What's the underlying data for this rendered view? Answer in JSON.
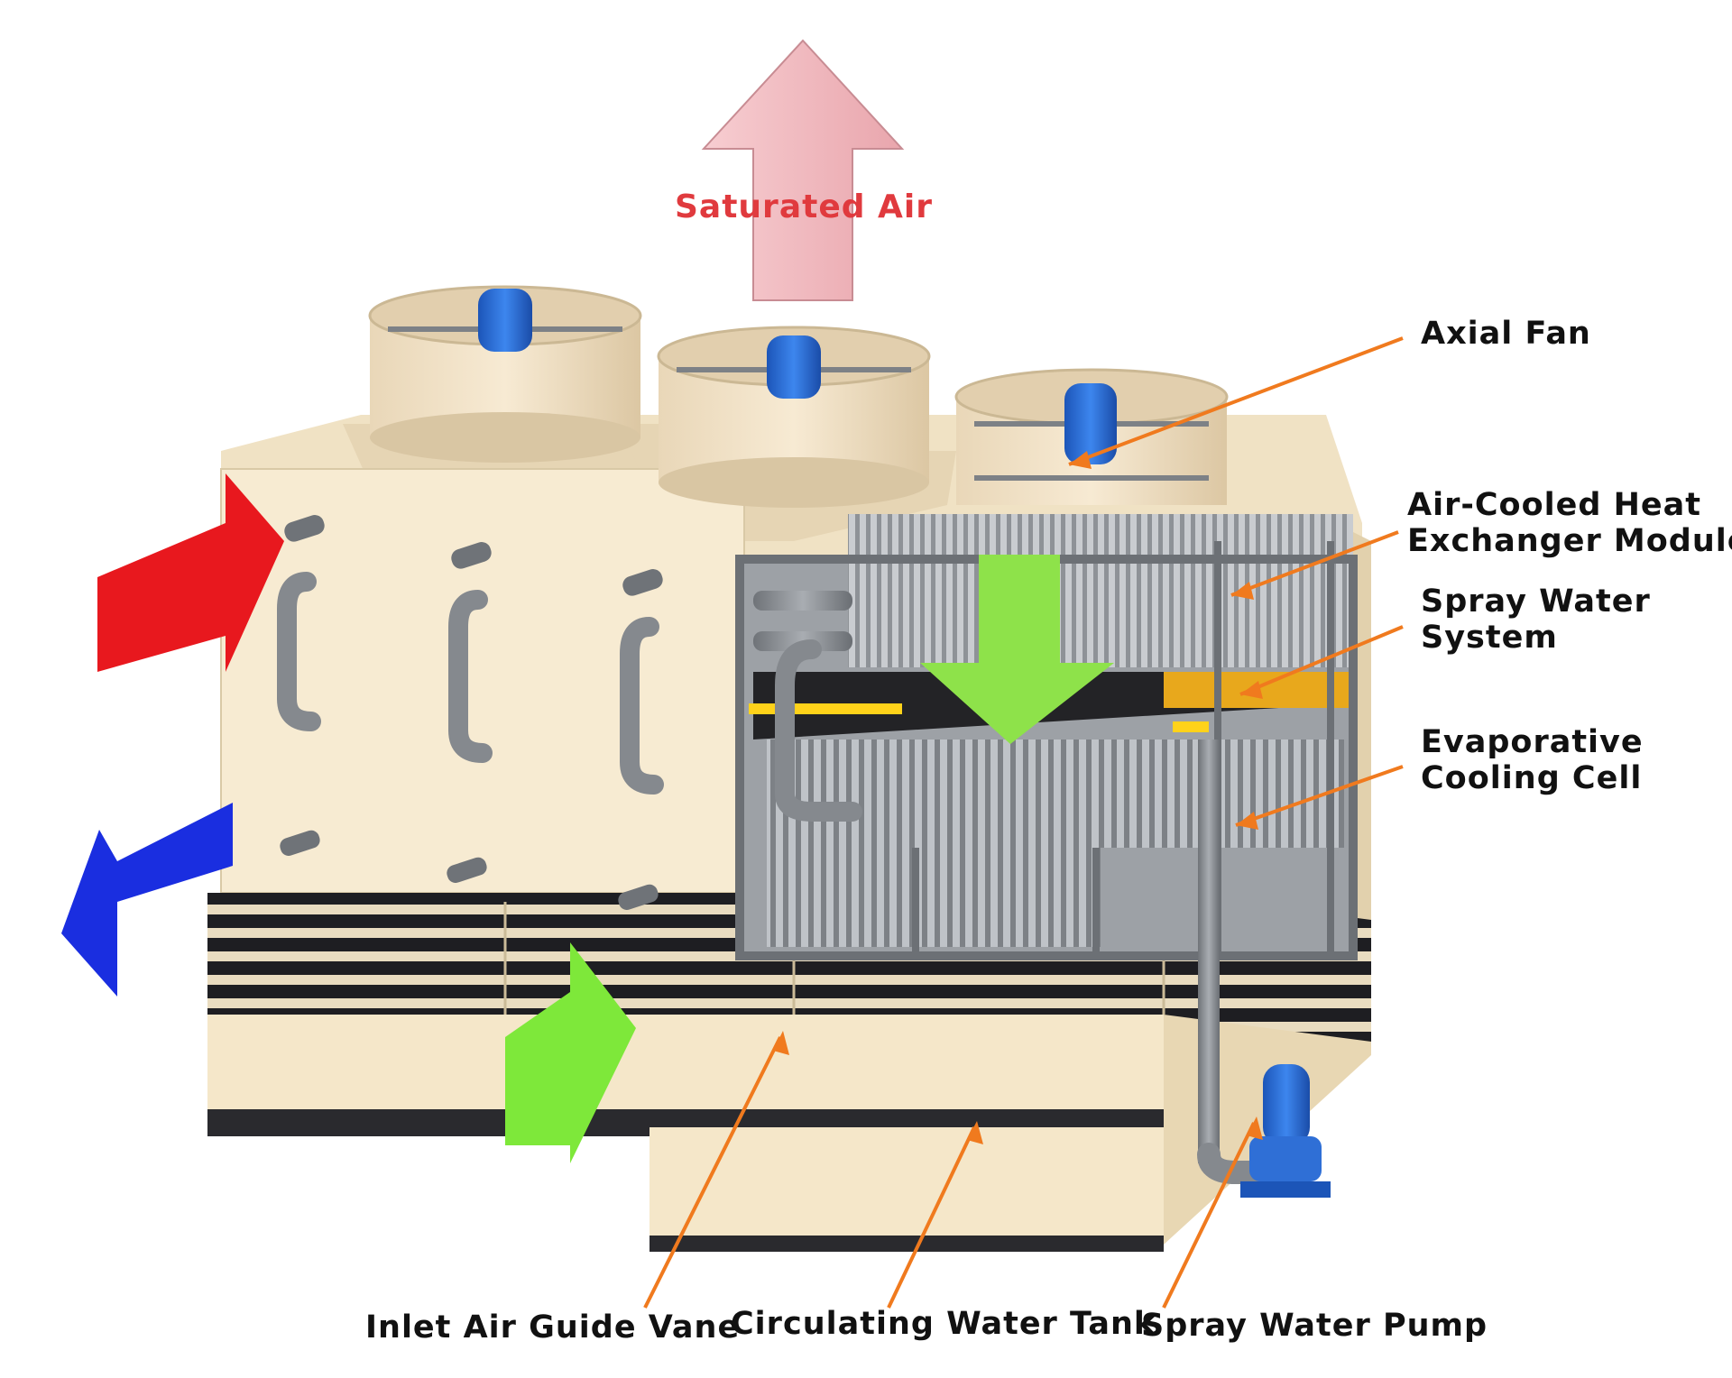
{
  "diagram": {
    "title": "Saturated Air",
    "labels": {
      "axial_fan": "Axial Fan",
      "heat_exchanger_line1": "Air-Cooled Heat",
      "heat_exchanger_line2": "Exchanger Module",
      "spray_system_line1": "Spray Water",
      "spray_system_line2": "System",
      "evap_cell_line1": "Evaporative",
      "evap_cell_line2": "Cooling Cell",
      "inlet_vane": "Inlet Air Guide Vane",
      "water_tank": "Circulating Water Tank",
      "spray_pump": "Spray Water Pump"
    },
    "colors": {
      "saturated_air_text": "#e03a3e",
      "saturated_air_arrow": "#f2b8bd",
      "hot_inlet_arrow": "#e8181e",
      "cold_outlet_arrow": "#1a2ee0",
      "air_intake_arrow": "#7ee83a",
      "leader_lines": "#f07a1e",
      "casing": "#f5e8cc",
      "louver": "#2a2a2e",
      "pump_motor": "#2f6fd6"
    }
  }
}
